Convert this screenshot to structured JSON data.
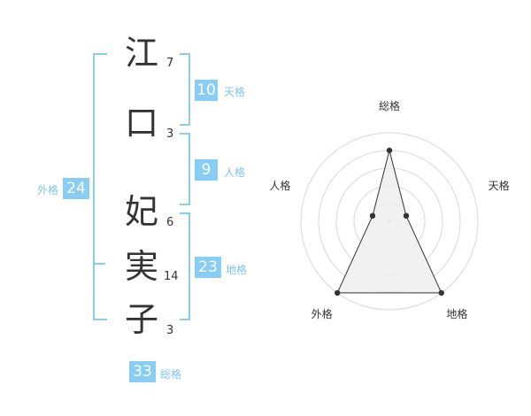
{
  "name": {
    "chars": [
      "江",
      "口",
      "妃",
      "実",
      "子"
    ],
    "strokes": [
      "7",
      "3",
      "6",
      "14",
      "3"
    ]
  },
  "fortune": {
    "tenkaku": {
      "label": "天格",
      "value": "10"
    },
    "jinkaku": {
      "label": "人格",
      "value": "9"
    },
    "chikaku": {
      "label": "地格",
      "value": "23"
    },
    "gaikaku": {
      "label": "外格",
      "value": "24"
    },
    "soukaku": {
      "label": "総格",
      "value": "33"
    }
  },
  "chart_data": {
    "type": "radar",
    "axes": [
      "総格",
      "天格",
      "地格",
      "外格",
      "人格"
    ],
    "values": [
      4,
      1,
      5,
      5,
      1
    ],
    "rmax": 5,
    "rings": 5,
    "grid": true,
    "colors": {
      "fill": "#efefef",
      "line": "#333333",
      "grid": "#d8d8d8"
    }
  }
}
